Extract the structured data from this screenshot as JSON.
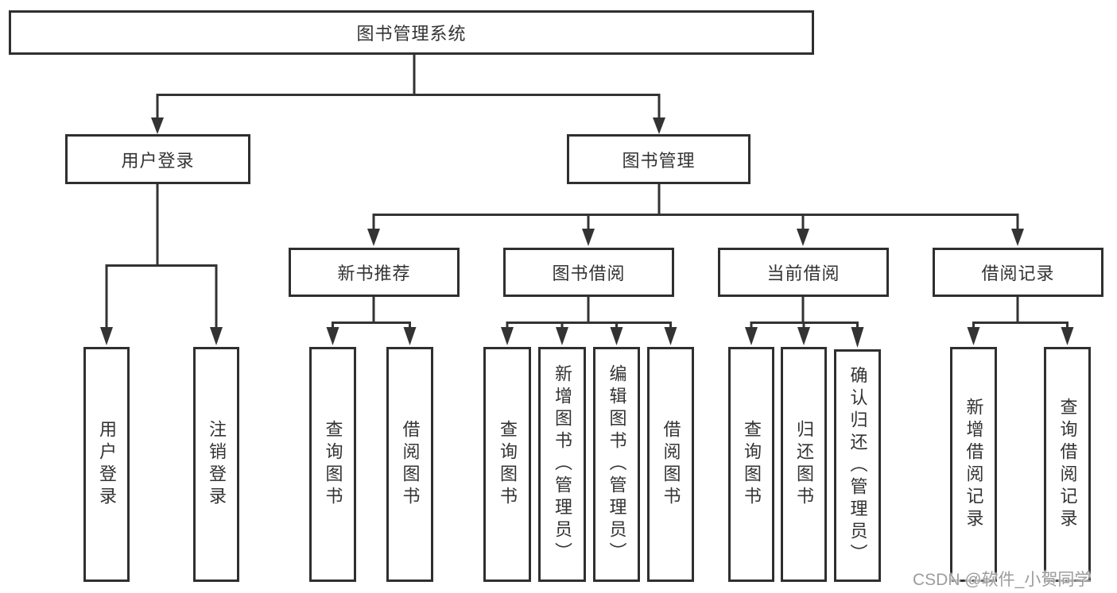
{
  "watermark": "CSDN @软件_小贺同学",
  "colors": {
    "line": "#333333",
    "box_border": "#2f2f2f",
    "text": "#333333",
    "watermark_text": "#9c9c9c",
    "background": "#ffffff"
  },
  "tree": {
    "root": "图书管理系统",
    "branches": [
      {
        "label": "用户登录",
        "children": [
          "用户登录",
          "注销登录"
        ]
      },
      {
        "label": "图书管理",
        "groups": [
          {
            "label": "新书推荐",
            "children": [
              "查询图书",
              "借阅图书"
            ]
          },
          {
            "label": "图书借阅",
            "children": [
              "查询图书",
              "新增图书（管理员）",
              "编辑图书（管理员）",
              "借阅图书"
            ]
          },
          {
            "label": "当前借阅",
            "children": [
              "查询图书",
              "归还图书",
              "确认归还（管理员）"
            ]
          },
          {
            "label": "借阅记录",
            "children": [
              "新增借阅记录",
              "查询借阅记录"
            ]
          }
        ]
      }
    ]
  }
}
